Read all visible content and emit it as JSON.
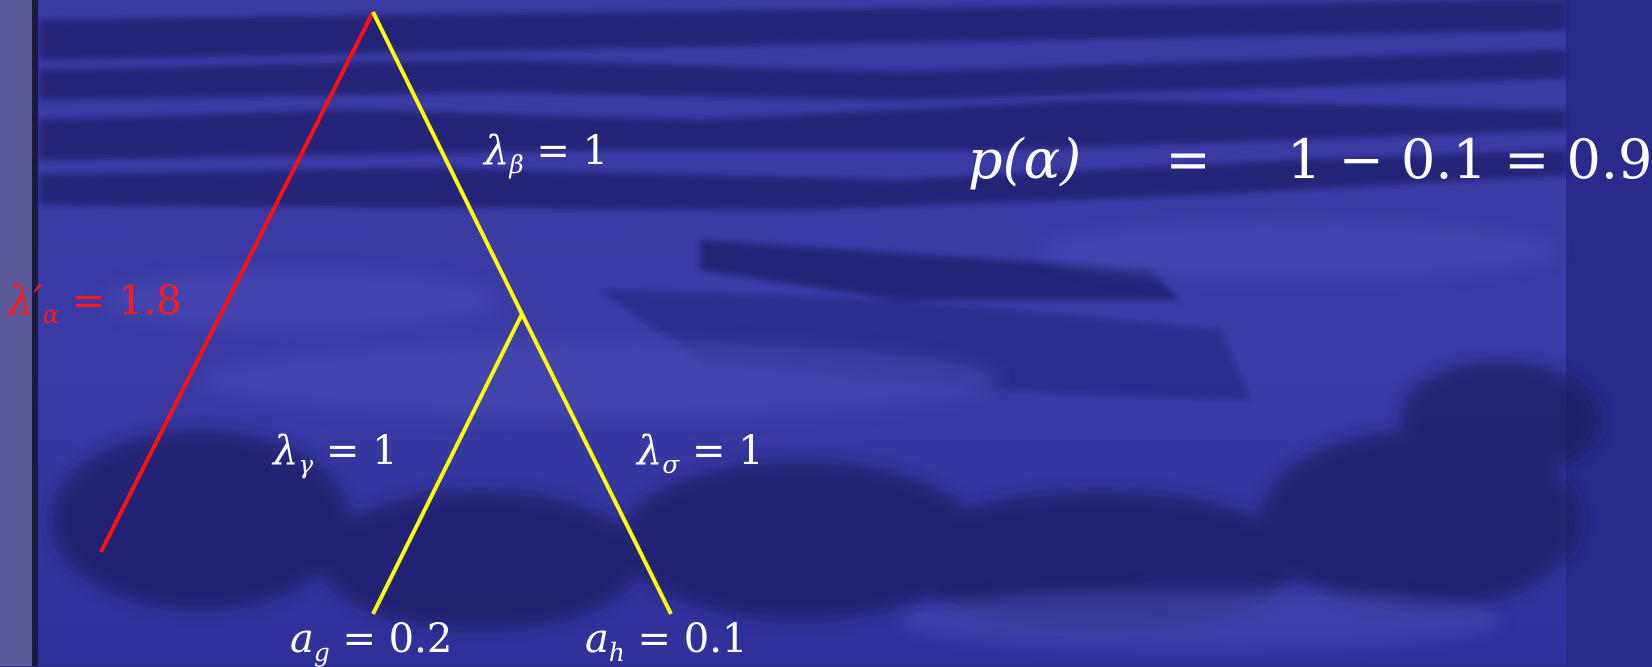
{
  "labels": {
    "lambda_alpha": {
      "sym": "λ′",
      "sub": "α",
      "rest": " = 1.8",
      "color": "#ff1a1a"
    },
    "lambda_beta": {
      "sym": "λ",
      "sub": "β",
      "rest": " = 1",
      "color": "#ffffff"
    },
    "lambda_gamma": {
      "sym": "λ",
      "sub": "γ",
      "rest": " = 1",
      "color": "#ffffff"
    },
    "lambda_sigma": {
      "sym": "λ",
      "sub": "σ",
      "rest": " = 1",
      "color": "#ffffff"
    },
    "a_g": {
      "sym": "a",
      "sub": "g",
      "rest": " = 0.2",
      "color": "#ffffff"
    },
    "a_h": {
      "sym": "a",
      "sub": "h",
      "rest": " = 0.1",
      "color": "#ffffff"
    }
  },
  "equation": {
    "lhs": "p(α)",
    "eq": "=",
    "rhs": "1 − 0.1 = 0.9"
  },
  "colors": {
    "branch_alpha": "#ff1010",
    "branch_other": "#ffff00",
    "background_tint": "#24248c"
  }
}
